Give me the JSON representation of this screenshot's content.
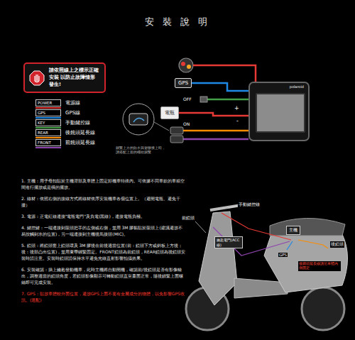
{
  "diagram": {
    "title": "安 裝 說 明",
    "nodes": [
      {
        "text": [
          "請依照線上之標示正確安裝 以防止故障情形發生!"
        ]
      },
      {
        "text": [
          "GPS"
        ]
      },
      {
        "text": [
          "電瓶"
        ]
      },
      {
        "text": [
          "polaroid"
        ]
      }
    ],
    "edges": [
      {
        "from": 3,
        "to": 1,
        "arrow": "none"
      },
      {
        "from": 3,
        "to": 2,
        "arrow": "none"
      }
    ],
    "labels": [
      "電源線",
      "GPS線",
      "手動鍵控線",
      "後鏡頭延長線",
      "前鏡頭延長線",
      "鎖緊上方的防水與塑膠接上時，請搭配上面的螺紋鎖緊",
      "OFF",
      "ON",
      "+",
      "-",
      "1. 主機：用子母扣貼於主機背部及車體上固定好機車特殊內。可依據不同車款的車箱空間進行擺放或是橫的擺放。",
      "2. 線材：依照右側的接線方式將線材依序安裝機車各個位置上。（避開電瓶、避免干擾）",
      "3. 電源：正電紅線連接\"電瓶電門\"及負電(黑線)，連接電瓶負極。",
      "4. 鍵控鍵：一端連接到龍頭把手的左側或右側，並用 3M 膠黏貼於龍頭上(建議避放不易按觸到水的位置)，另一端連接到主機後馬接頭(MIC)。",
      "5. 鏡頭：將鏡頭套上鏡頭環及 3M 膠後在前後適當位置(前：鏡頭下方或斜板上方後；後：後部凸出位置)，並用束帶綁緊固定。FRONT鏡頭為前鏡頭，REAR鏡頭為後鏡頭安裝時請注意。安裝時鏡頭請保持水平避免光線直射影響拍攝效果。",
      "6. 安裝確認：插上鑰匙發動機車，此時主機將自動開機，確認前/後鏡頭是否有影像輸出，調整適當的鏡頭角度，若鏡頭影像顯示可轉動鏡頭直至畫面正常，隨後鎖緊上面螺絲即可完成安裝。",
      "7. GPS：貼放車體較外面位置，避放GPS上面不要有金屬成分的物體，以免影響GPS收訊。(選配)",
      "手動鍵控線",
      "前鏡頭",
      "主機",
      "鑰匙電門(ACC線)",
      "GPS",
      "後鏡頭",
      "後鏡頭延長線請沿車體內側固定"
    ],
    "legend": [
      {
        "text": "POWER",
        "color": "#e53935"
      },
      {
        "text": "GPS",
        "color": "#1e88e5"
      },
      {
        "text": "KEY",
        "color": "#43a047"
      },
      {
        "text": "REAR",
        "color": "#fb8c00"
      },
      {
        "text": "FRONT",
        "color": "#8e44ad"
      }
    ]
  }
}
